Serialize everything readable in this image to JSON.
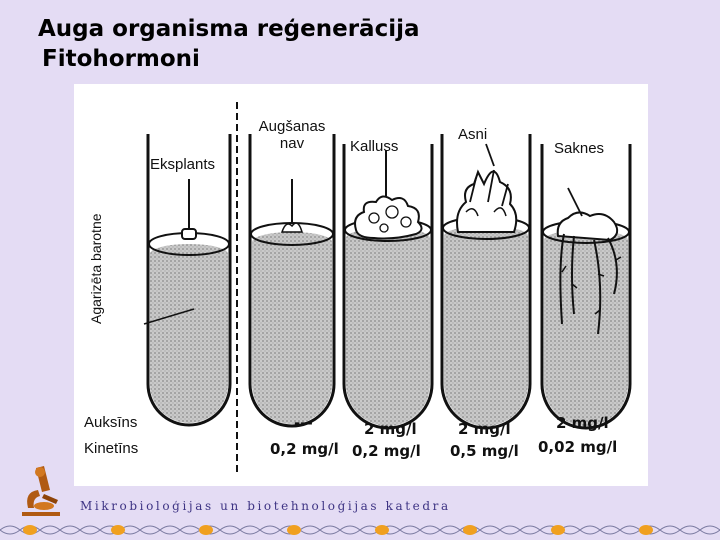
{
  "slide": {
    "title": "Auga organisma reģenerācija",
    "subtitle": "Fitohormoni"
  },
  "diagram": {
    "side_label": "Agarizēta barotne",
    "stage_labels": {
      "eksplants": "Eksplants",
      "augsanas_nav_line1": "Augšanas",
      "augsanas_nav_line2": "nav",
      "kalluss": "Kalluss",
      "asni": "Asni",
      "saknes": "Saknes"
    },
    "hormone_rows": {
      "auxin": "Auksīns",
      "kinetin": "Kinetīns"
    },
    "concentrations": [
      {
        "auxin": "---",
        "kinetin": "0,2 mg/l"
      },
      {
        "auxin": "2 mg/l",
        "kinetin": "0,2 mg/l"
      },
      {
        "auxin": "2 mg/l",
        "kinetin": "0,5 mg/l"
      },
      {
        "auxin": "2 mg/l",
        "kinetin": "0,02 mg/l"
      }
    ]
  },
  "footer": {
    "department": "Mikrobioloģijas un biotehnoloģijas katedra",
    "icon": "microscope-icon"
  },
  "colors": {
    "background": "#e4dcf4",
    "footer_text": "#3e3484",
    "dot_orange": "#f0a020",
    "icon_brown": "#b05a12"
  }
}
